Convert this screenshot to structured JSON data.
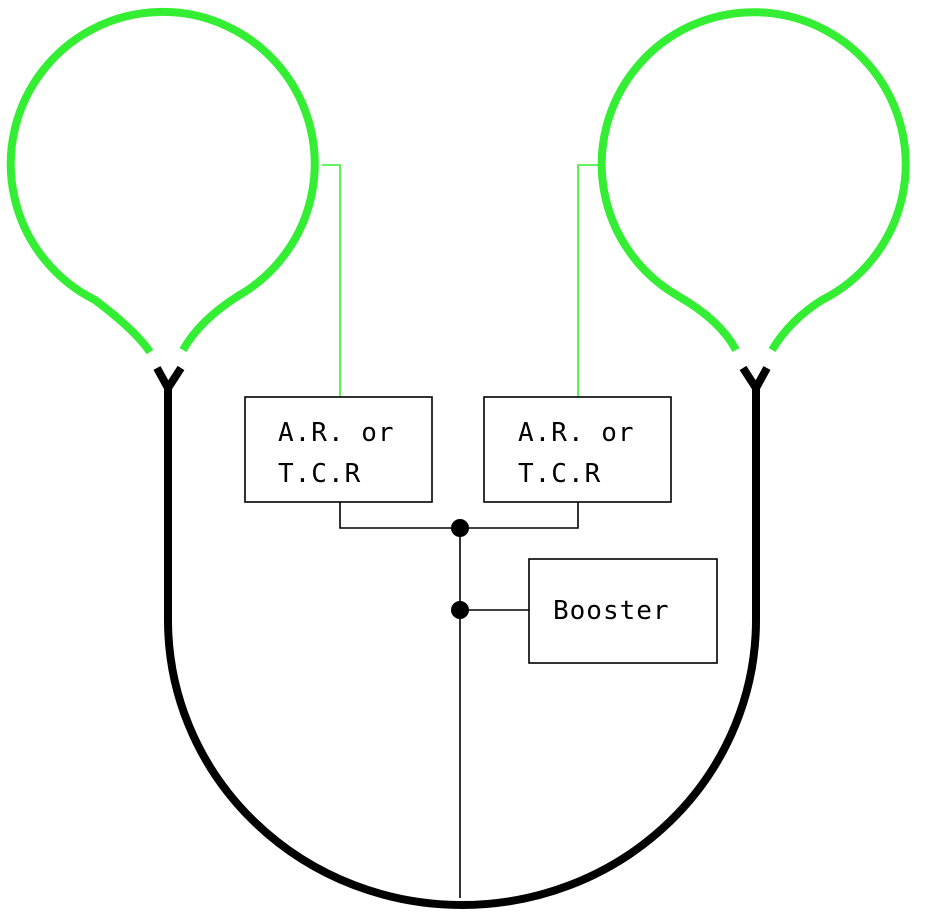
{
  "colors": {
    "reverse_loop": "#33ee33",
    "main_track": "#000000",
    "wiring": "#000000",
    "background": "#ffffff"
  },
  "devices": {
    "left_reverser": {
      "line1": "A.R. or",
      "line2": "T.C.R"
    },
    "right_reverser": {
      "line1": "A.R. or",
      "line2": "T.C.R"
    },
    "booster": {
      "label": "Booster"
    }
  }
}
